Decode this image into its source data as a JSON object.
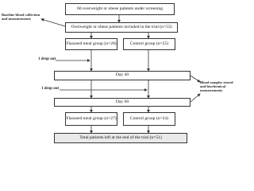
{
  "nodes": {
    "screening": "60 overweight or obese patients under screening",
    "included": "Overweight or obese patients included in the trial (n=53)",
    "flaxseed_group_1": "Flaxseed meal group (n=28)",
    "control_group_1": "Control group (n=25)",
    "day40": "Day 40",
    "day60": "Day 60",
    "flaxseed_group_2": "Flaxseed meal group (n=27)",
    "control_group_2": "Control group (n=24)",
    "total": "Total patients left at the end of the trial (n=51)"
  },
  "notes": {
    "baseline": "Baseline blood collection and measurements",
    "blood_samples": "Blood samples stored and biochemical measurements"
  },
  "labels": {
    "dropout_left": "1 drop out",
    "dropout_right": "1 drop out"
  }
}
